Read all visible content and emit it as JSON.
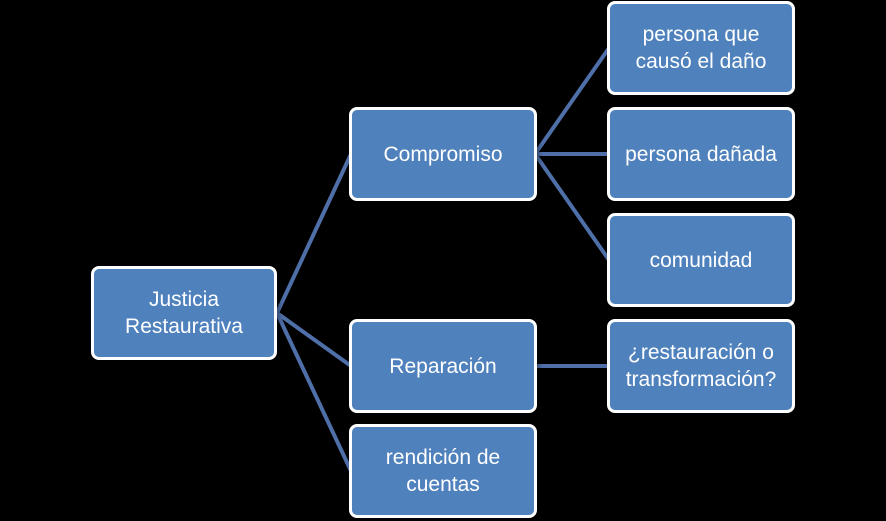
{
  "colors": {
    "background": "#000000",
    "node_fill": "#4f81bd",
    "node_border": "#ffffff",
    "connector": "#4f6fa8",
    "text": "#ffffff"
  },
  "nodes": {
    "root": "Justicia Restaurativa",
    "compromiso": "Compromiso",
    "reparacion": "Reparación",
    "rendicion": "rendición de cuentas",
    "persona_causo": "persona que causó el daño",
    "persona_danada": "persona dañada",
    "comunidad": "comunidad",
    "restauracion": "¿restauración o transformación?"
  }
}
